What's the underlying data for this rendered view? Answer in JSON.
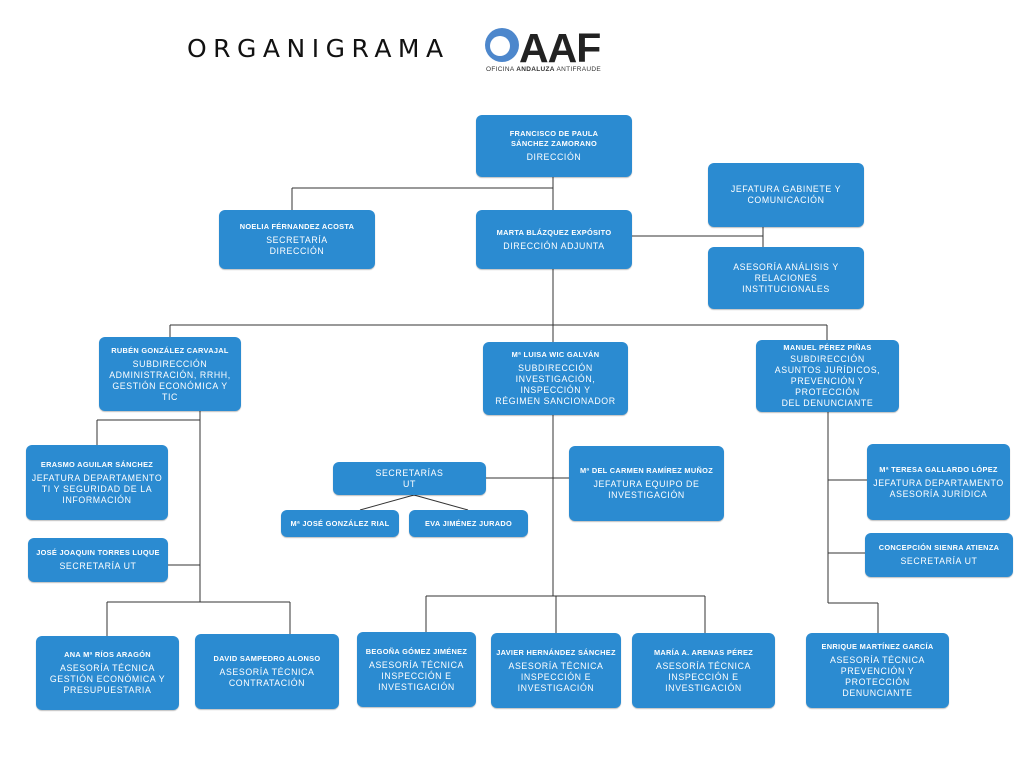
{
  "header": {
    "title": "ORGANIGRAMA",
    "logo_text": "AAF",
    "logo_sub_prefix": "OFICINA ",
    "logo_sub_bold": "ANDALUZA",
    "logo_sub_suffix": " ANTIFRAUDE"
  },
  "colors": {
    "box": "#2b8bd1",
    "line": "#333333"
  },
  "nodes": {
    "director": {
      "name": "FRANCISCO DE PAULA\nSÁNCHEZ ZAMORANO",
      "role": "DIRECCIÓN"
    },
    "secretaria_direccion": {
      "name": "NOELIA FÉRNANDEZ ACOSTA",
      "role": "SECRETARÍA\nDIRECCIÓN"
    },
    "direccion_adjunta": {
      "name": "MARTA BLÁZQUEZ EXPÓSITO",
      "role": "DIRECCIÓN ADJUNTA"
    },
    "gabinete": {
      "role": "JEFATURA GABINETE Y\nCOMUNICACIÓN"
    },
    "analisis": {
      "role": "ASESORÍA ANÁLISIS Y\nRELACIONES\nINSTITUCIONALES"
    },
    "sub_admin": {
      "name": "RUBÉN GONZÁLEZ CARVAJAL",
      "role": "SUBDIRECCIÓN\nADMINISTRACIÓN, RRHH,\nGESTIÓN ECONÓMICA Y TIC"
    },
    "sub_investigacion": {
      "name": "Mª LUISA WIC GALVÁN",
      "role": "SUBDIRECCIÓN\nINVESTIGACIÓN,\nINSPECCIÓN Y\nRÉGIMEN SANCIONADOR"
    },
    "sub_juridicos": {
      "name": "MANUEL PÉREZ PIÑAS",
      "role": "SUBDIRECCIÓN\nASUNTOS JURÍDICOS,\nPREVENCIÓN Y PROTECCIÓN\nDEL DENUNCIANTE"
    },
    "jefatura_ti": {
      "name": "ERASMO AGUILAR SÁNCHEZ",
      "role": "JEFATURA DEPARTAMENTO\nTI Y SEGURIDAD DE LA\nINFORMACIÓN"
    },
    "secretaria_ut_admin": {
      "name": "JOSÉ JOAQUIN TORRES LUQUE",
      "role": "SECRETARÍA UT"
    },
    "secretarias_ut": {
      "role": "SECRETARÍAS\nUT"
    },
    "jose_gonzalez": {
      "name": "Mª JOSÉ GONZÁLEZ RIAL"
    },
    "eva_jimenez": {
      "name": "EVA JIMÉNEZ JURADO"
    },
    "equipo_investigacion": {
      "name": "Mª DEL CARMEN RAMÍREZ MUÑOZ",
      "role": "JEFATURA EQUIPO DE\nINVESTIGACIÓN"
    },
    "asesoria_juridica": {
      "name": "Mª TERESA GALLARDO LÓPEZ",
      "role": "JEFATURA DEPARTAMENTO\nASESORÍA JURÍDICA"
    },
    "secretaria_ut_jur": {
      "name": "CONCEPCIÓN SIENRA ATIENZA",
      "role": "SECRETARÍA UT"
    },
    "ana_rios": {
      "name": "ANA Mª RÍOS ARAGÓN",
      "role": "ASESORÍA TÉCNICA\nGESTIÓN ECONÓMICA Y\nPRESUPUESTARIA"
    },
    "david_sampedro": {
      "name": "DAVID SAMPEDRO ALONSO",
      "role": "ASESORÍA TÉCNICA\nCONTRATACIÓN"
    },
    "begona_gomez": {
      "name": "BEGOÑA GÓMEZ JIMÉNEZ",
      "role": "ASESORÍA TÉCNICA\nINSPECCIÓN E\nINVESTIGACIÓN"
    },
    "javier_hernandez": {
      "name": "JAVIER HERNÁNDEZ SÁNCHEZ",
      "role": "ASESORÍA TÉCNICA\nINSPECCIÓN E\nINVESTIGACIÓN"
    },
    "maria_arenas": {
      "name": "MARÍA A. ARENAS PÉREZ",
      "role": "ASESORÍA TÉCNICA\nINSPECCIÓN E\nINVESTIGACIÓN"
    },
    "enrique_martinez": {
      "name": "ENRIQUE MARTÍNEZ GARCÍA",
      "role": "ASESORÍA TÉCNICA\nPREVENCIÓN Y\nPROTECCIÓN\nDENUNCIANTE"
    }
  }
}
